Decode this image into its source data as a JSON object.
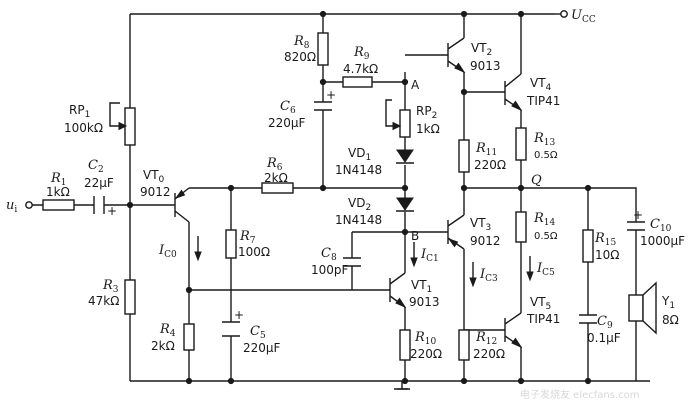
{
  "supply": {
    "name": "U",
    "sub": "CC"
  },
  "input": {
    "name": "u",
    "sub": "i"
  },
  "nodes": {
    "a": "A",
    "b": "B",
    "q": "Q"
  },
  "resistors": {
    "r1": {
      "name": "R",
      "sub": "1",
      "value": "1kΩ"
    },
    "rp1": {
      "name": "RP",
      "sub": "1",
      "value": "100kΩ"
    },
    "r3": {
      "name": "R",
      "sub": "3",
      "value": "47kΩ"
    },
    "r4": {
      "name": "R",
      "sub": "4",
      "value": "2kΩ"
    },
    "r6": {
      "name": "R",
      "sub": "6",
      "value": "2kΩ"
    },
    "r7": {
      "name": "R",
      "sub": "7",
      "value": "100Ω"
    },
    "r8": {
      "name": "R",
      "sub": "8",
      "value": "820Ω"
    },
    "r9": {
      "name": "R",
      "sub": "9",
      "value": "4.7kΩ"
    },
    "rp2": {
      "name": "RP",
      "sub": "2",
      "value": "1kΩ"
    },
    "r10": {
      "name": "R",
      "sub": "10",
      "value": "220Ω"
    },
    "r11": {
      "name": "R",
      "sub": "11",
      "value": "220Ω"
    },
    "r12": {
      "name": "R",
      "sub": "12",
      "value": "220Ω"
    },
    "r13": {
      "name": "R",
      "sub": "13",
      "value": "0.5Ω"
    },
    "r14": {
      "name": "R",
      "sub": "14",
      "value": "0.5Ω"
    },
    "r15": {
      "name": "R",
      "sub": "15",
      "value": "10Ω"
    }
  },
  "capacitors": {
    "c2": {
      "name": "C",
      "sub": "2",
      "value": "22μF",
      "plus": "+"
    },
    "c5": {
      "name": "C",
      "sub": "5",
      "value": "220μF",
      "plus": "+"
    },
    "c6": {
      "name": "C",
      "sub": "6",
      "value": "220μF",
      "plus": "+"
    },
    "c8": {
      "name": "C",
      "sub": "8",
      "value": "100pF"
    },
    "c9": {
      "name": "C",
      "sub": "9",
      "value": "0.1μF"
    },
    "c10": {
      "name": "C",
      "sub": "10",
      "value": "1000μF",
      "plus": "+"
    }
  },
  "diodes": {
    "vd1": {
      "name": "VD",
      "sub": "1",
      "part": "1N4148"
    },
    "vd2": {
      "name": "VD",
      "sub": "2",
      "part": "1N4148"
    }
  },
  "transistors": {
    "vt0": {
      "name": "VT",
      "sub": "0",
      "part": "9012"
    },
    "vt1": {
      "name": "VT",
      "sub": "1",
      "part": "9013"
    },
    "vt2": {
      "name": "VT",
      "sub": "2",
      "part": "9013"
    },
    "vt3": {
      "name": "VT",
      "sub": "3",
      "part": "9012"
    },
    "vt4": {
      "name": "VT",
      "sub": "4",
      "part": "TIP41"
    },
    "vt5": {
      "name": "VT",
      "sub": "5",
      "part": "TIP41"
    }
  },
  "currents": {
    "ic0": {
      "name": "I",
      "sub": "C0"
    },
    "ic1": {
      "name": "I",
      "sub": "C1"
    },
    "ic3": {
      "name": "I",
      "sub": "C3"
    },
    "ic5": {
      "name": "I",
      "sub": "C5"
    }
  },
  "speaker": {
    "name": "Y",
    "sub": "1",
    "value": "8Ω"
  },
  "watermark": "电子发烧友 elecfans.com"
}
